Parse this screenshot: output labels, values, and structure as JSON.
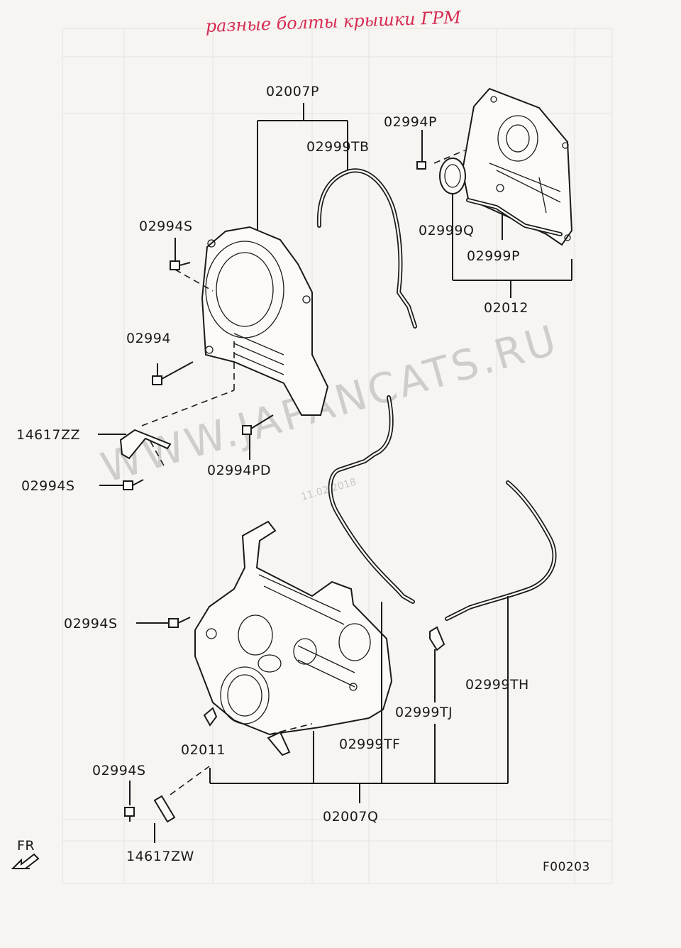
{
  "handwritten_note": "разные болты крышки ГРМ",
  "watermark": "WWW.JAPANCATS.RU",
  "watermark_date": "11.02.2018",
  "figure_code": "F00203",
  "orientation_label": "FR",
  "callouts": {
    "c02007P": "02007P",
    "c02999TB": "02999TB",
    "c02994P": "02994P",
    "c02994S_top": "02994S",
    "c02999Q": "02999Q",
    "c02999P": "02999P",
    "c02012": "02012",
    "c02994": "02994",
    "c14617ZZ": "14617ZZ",
    "c02994S_mid": "02994S",
    "c02994PD": "02994PD",
    "c02994S_low": "02994S",
    "c02999TH": "02999TH",
    "c02999TJ": "02999TJ",
    "c02011": "02011",
    "c02999TF": "02999TF",
    "c02994S_bot": "02994S",
    "c02007Q": "02007Q",
    "c14617ZW": "14617ZW"
  }
}
